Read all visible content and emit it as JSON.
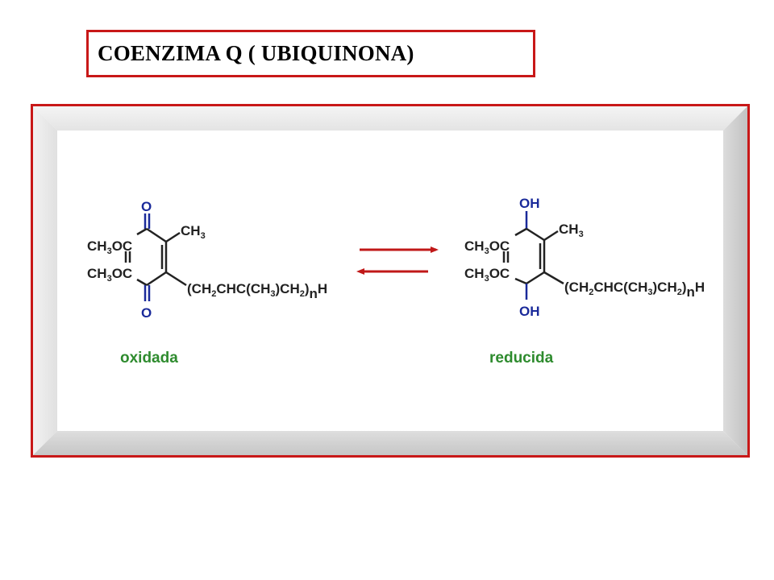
{
  "title": "COENZIMA Q ( UBIQUINONA)",
  "diagram": {
    "oxidized_label": "oxidada",
    "reduced_label": "reducida",
    "atoms": {
      "oxygen": "O",
      "hydroxyl": "OH",
      "methoxy": "CH3OC",
      "methyl": "CH3",
      "side_chain": "(CH2CHC(CH3)CH2)nH"
    },
    "colors": {
      "frame": "#c81818",
      "oxygen": "#1a2a9a",
      "label": "#2e8b2e",
      "arrow": "#c01818"
    }
  }
}
